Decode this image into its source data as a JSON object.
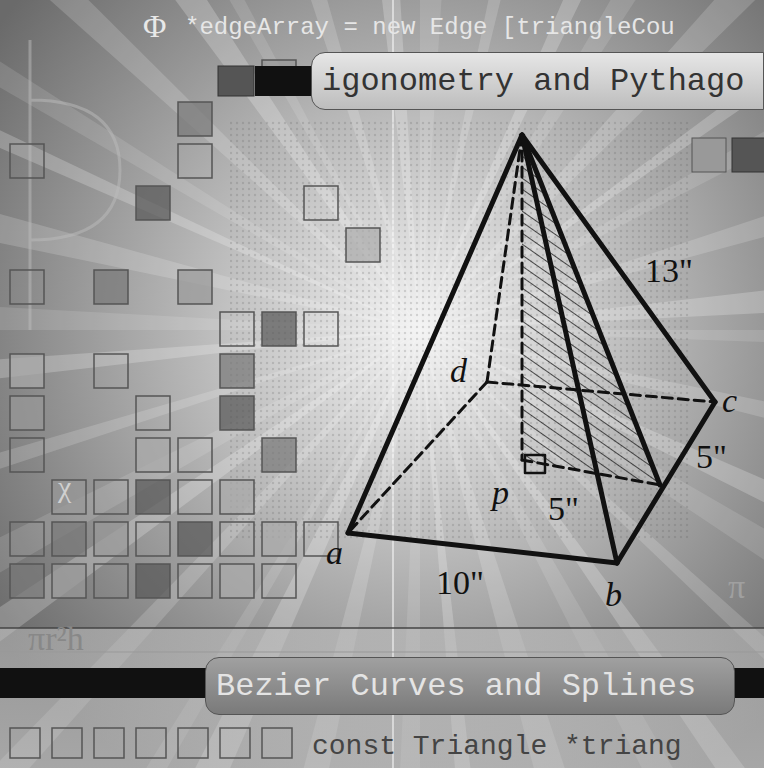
{
  "diagram": {
    "nodes": [
      {
        "text": [
          "igonometry and Pythago"
        ]
      },
      {
        "text": [
          "Bezier Curves and Splines"
        ]
      }
    ],
    "labels": [
      "Φ",
      "*edgeArray = new Edge [triangleCou",
      "13\"",
      "d",
      "c",
      "5\"",
      "p",
      "5\"",
      "a",
      "b",
      "10\"",
      "χ",
      "πr²h",
      "π",
      "const Triangle *triang"
    ]
  }
}
